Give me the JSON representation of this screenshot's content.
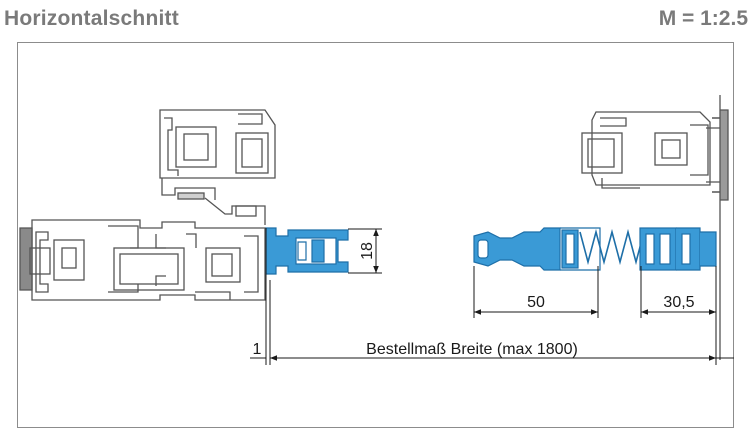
{
  "header": {
    "title": "Horizontalschnitt",
    "scale": "M = 1:2.5"
  },
  "dimensions": {
    "height_18": "18",
    "width_50": "50",
    "width_30_5": "30,5",
    "offset_1": "1",
    "order_width": "Bestellmaß Breite (max 1800)"
  },
  "colors": {
    "profile_blue": "#3a9ad6",
    "profile_dark": "#1e6fa8",
    "frame_grey": "#555555",
    "line": "#1a1a1a"
  }
}
